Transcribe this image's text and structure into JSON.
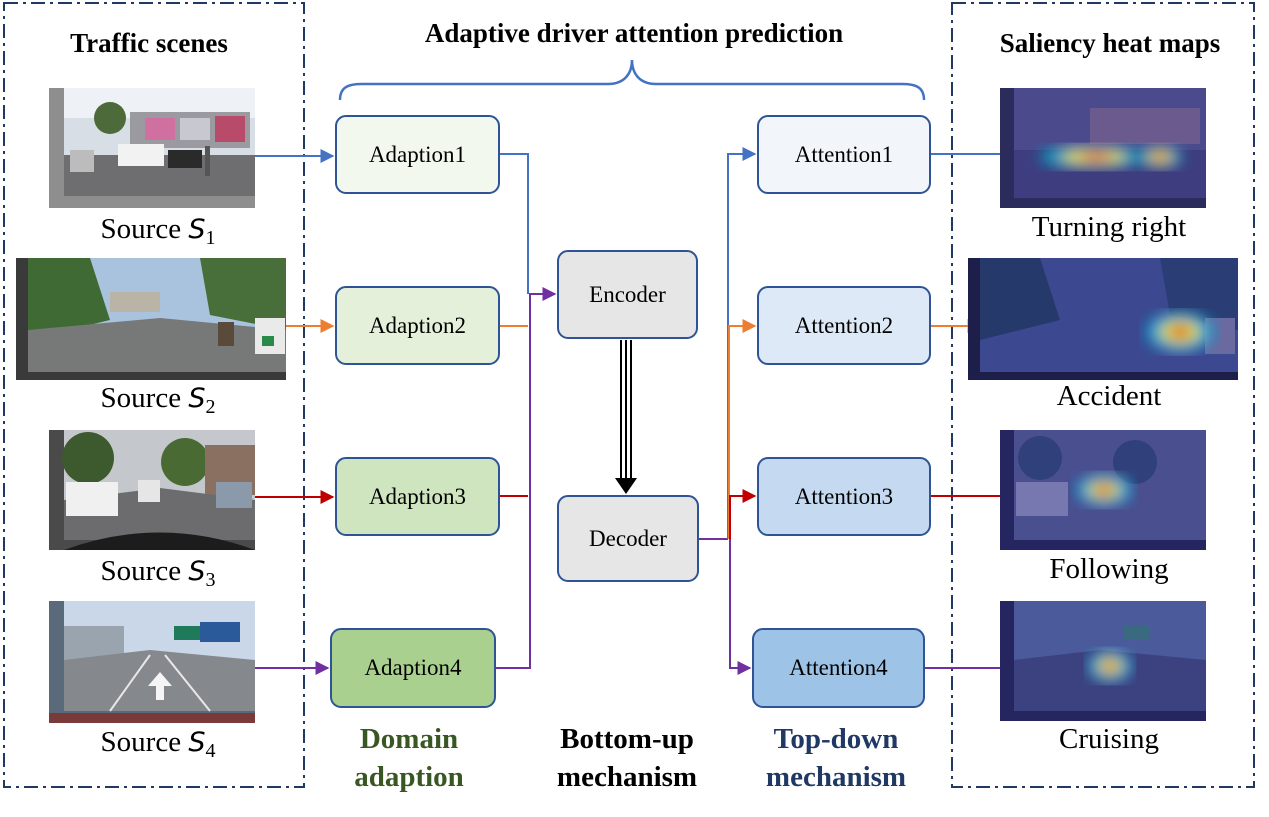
{
  "title": "Adaptive driver attention prediction",
  "left_panel": {
    "title": "Traffic scenes",
    "sources": [
      {
        "label": "Source",
        "symbol": "S",
        "index": "1"
      },
      {
        "label": "Source",
        "symbol": "S",
        "index": "2"
      },
      {
        "label": "Source",
        "symbol": "S",
        "index": "3"
      },
      {
        "label": "Source",
        "symbol": "S",
        "index": "4"
      }
    ]
  },
  "right_panel": {
    "title": "Saliency heat maps",
    "maps": [
      {
        "label": "Turning right"
      },
      {
        "label": "Accident"
      },
      {
        "label": "Following"
      },
      {
        "label": "Cruising"
      }
    ]
  },
  "adaption": [
    {
      "label": "Adaption1"
    },
    {
      "label": "Adaption2"
    },
    {
      "label": "Adaption3"
    },
    {
      "label": "Adaption4"
    }
  ],
  "attention": [
    {
      "label": "Attention1"
    },
    {
      "label": "Attention2"
    },
    {
      "label": "Attention3"
    },
    {
      "label": "Attention4"
    }
  ],
  "encoder": {
    "label": "Encoder"
  },
  "decoder": {
    "label": "Decoder"
  },
  "mechanisms": {
    "domain": {
      "line1": "Domain",
      "line2": "adaption"
    },
    "bottom_up": {
      "line1": "Bottom-up",
      "line2": "mechanism"
    },
    "top_down": {
      "line1": "Top-down",
      "line2": "mechanism"
    }
  },
  "colors": {
    "stream1": "#4472c4",
    "stream2": "#ed7d31",
    "stream3": "#c00000",
    "stream4": "#7030a0",
    "panel_border": "#1f3864",
    "node_border": "#2f5496",
    "adaption_fills": [
      "#f3f8ef",
      "#e4f0da",
      "#cfe5bf",
      "#a9d08e"
    ],
    "attention_fills": [
      "#f2f6fb",
      "#dde9f6",
      "#c5d9f1",
      "#9dc3e6"
    ],
    "core_fill": "#e7e6e6",
    "domain_text": "#385723",
    "topdown_text": "#203864"
  }
}
